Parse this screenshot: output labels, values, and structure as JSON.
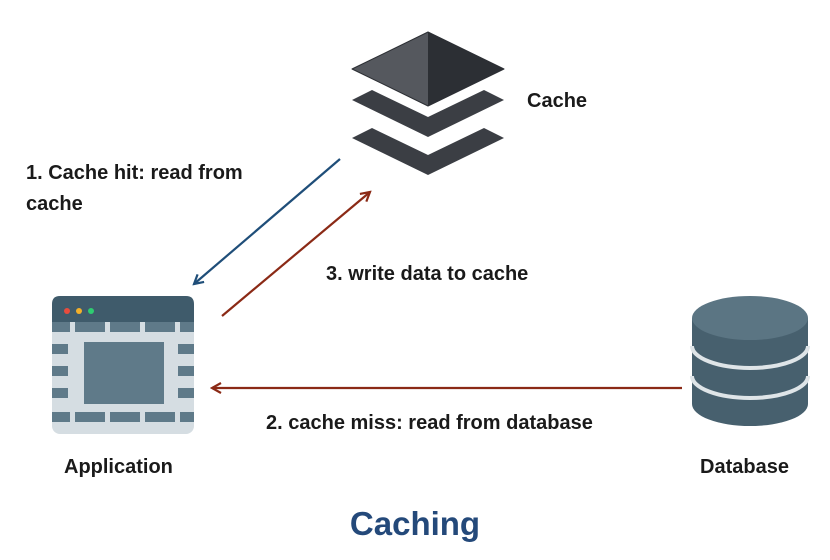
{
  "title": "Caching",
  "nodes": {
    "cache": {
      "label": "Cache"
    },
    "application": {
      "label": "Application"
    },
    "database": {
      "label": "Database"
    }
  },
  "edges": {
    "cache_hit": {
      "label": "1. Cache hit: read from cache",
      "color": "#1f4e79"
    },
    "cache_miss": {
      "label": "2. cache miss: read from database",
      "color": "#8b2a16"
    },
    "write_cache": {
      "label": "3. write data to cache",
      "color": "#8b2a16"
    }
  },
  "colors": {
    "title": "#24497a",
    "cache_layer": "#3b3e44",
    "app_frame": "#3f5b6b",
    "app_body": "#d5dde2",
    "app_panel": "#5f7a89",
    "database": "#47606e",
    "window_dots": [
      "#e84c3d",
      "#f3b02a",
      "#2ecc71"
    ]
  },
  "icons": {
    "cache": "stacked-layers-icon",
    "application": "browser-window-icon",
    "database": "database-cylinder-icon"
  }
}
